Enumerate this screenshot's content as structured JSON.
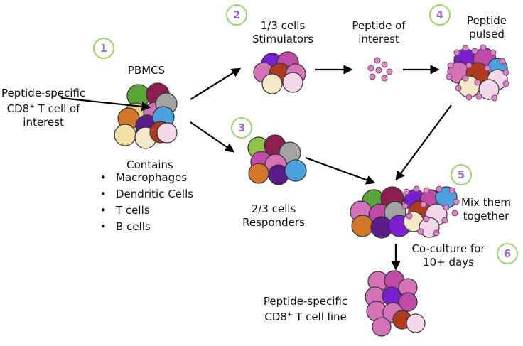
{
  "steps": [
    "1",
    "2",
    "3",
    "4",
    "5",
    "6"
  ],
  "labels": {
    "pbmcs": "PBMCS",
    "tcell_interest_line1": "Peptide-specific",
    "tcell_interest_line2_pre": "CD8",
    "tcell_interest_line2_sup": "+",
    "tcell_interest_line2_post": " T cell of",
    "tcell_interest_line3": "interest",
    "contains": "Contains",
    "stimulators_line1": "1/3 cells",
    "stimulators_line2": "Stimulators",
    "peptide_interest_line1": "Peptide of",
    "peptide_interest_line2": "interest",
    "pulsed_line1": "Peptide",
    "pulsed_line2": "pulsed",
    "responders_line1": "2/3 cells",
    "responders_line2": "Responders",
    "mix_line1": "Mix them",
    "mix_line2": "together",
    "coculture_line1": "Co-culture for",
    "coculture_line2": "10+ days",
    "final_line1": "Peptide-specific",
    "final_line2_pre": "CD8",
    "final_line2_sup": "+",
    "final_line2_post": " T cell line"
  },
  "contains_items": [
    "Macrophages",
    "Dendritic Cells",
    "T cells",
    "B cells"
  ],
  "colors": {
    "step_ring": "#9bd26a",
    "step_number": "#9b6fc8",
    "arrow": "#000000",
    "peptide": "#d987c4"
  }
}
